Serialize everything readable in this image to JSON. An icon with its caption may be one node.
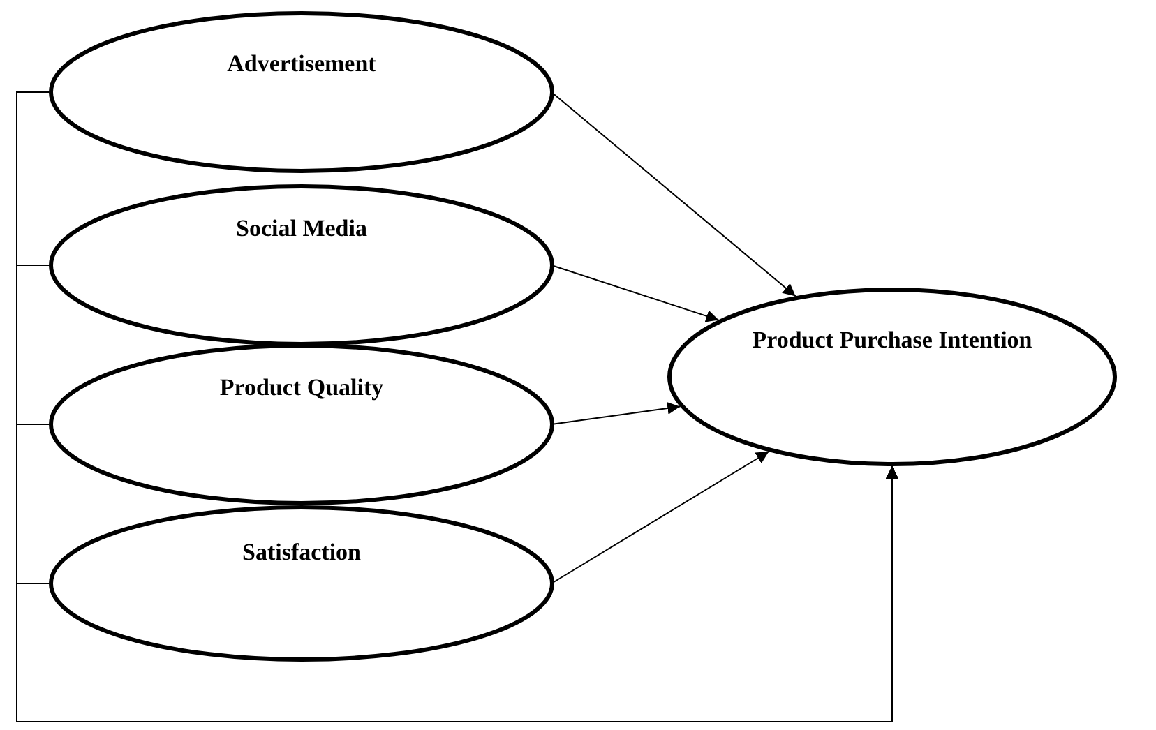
{
  "diagram": {
    "nodes": [
      {
        "text": [
          "Advertisement"
        ]
      },
      {
        "text": [
          "Social Media"
        ]
      },
      {
        "text": [
          "Product Quality"
        ]
      },
      {
        "text": [
          "Satisfaction"
        ]
      },
      {
        "text": [
          "Product Purchase Intention"
        ]
      }
    ],
    "edges": [
      {
        "from": 0,
        "to": 4,
        "arrow": "to"
      },
      {
        "from": 1,
        "to": 4,
        "arrow": "to"
      },
      {
        "from": 2,
        "to": 4,
        "arrow": "to"
      },
      {
        "from": 3,
        "to": 4,
        "arrow": "to"
      },
      {
        "from": 0,
        "to": 4,
        "arrow": "to"
      },
      {
        "from": 1,
        "to": 4,
        "arrow": "to"
      },
      {
        "from": 2,
        "to": 4,
        "arrow": "to"
      },
      {
        "from": 3,
        "to": 4,
        "arrow": "to"
      }
    ]
  }
}
